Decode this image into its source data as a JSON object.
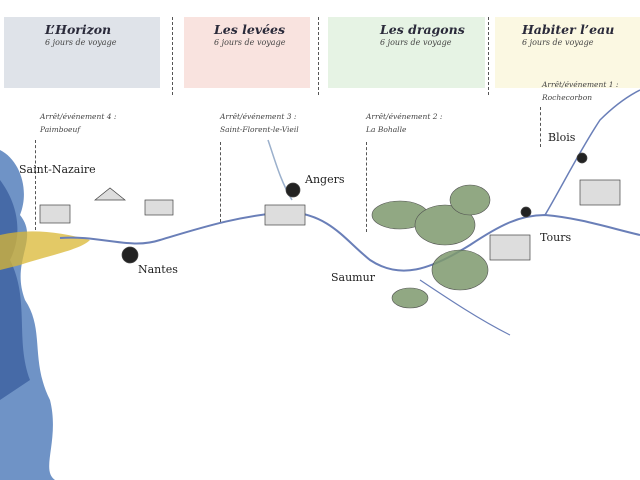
{
  "sections": [
    {
      "title": "L’Horizon",
      "subtitle": "6 jours de voyage",
      "color": "#dfe3e9"
    },
    {
      "title": "Les levées",
      "subtitle": "6 jours de voyage",
      "color": "#f9e3df"
    },
    {
      "title": "Les dragons",
      "subtitle": "6 jours de voyage",
      "color": "#e6f3e4"
    },
    {
      "title": "Habiter l’eau",
      "subtitle": "6 jours de voyage",
      "color": "#fbf8e2"
    }
  ],
  "stops": [
    {
      "label": "Arrêt/événement 4 :",
      "place": "Paimboeuf"
    },
    {
      "label": "Arrêt/événement 3 :",
      "place": "Saint-Florent-le-Vieil"
    },
    {
      "label": "Arrêt/événement 2 :",
      "place": "La Bohalle"
    },
    {
      "label": "Arrêt/événement 1 :",
      "place": "Rochecorbon"
    }
  ],
  "cities": [
    "Saint-Nazaire",
    "Nantes",
    "Angers",
    "Saumur",
    "Blois",
    "Tours"
  ]
}
